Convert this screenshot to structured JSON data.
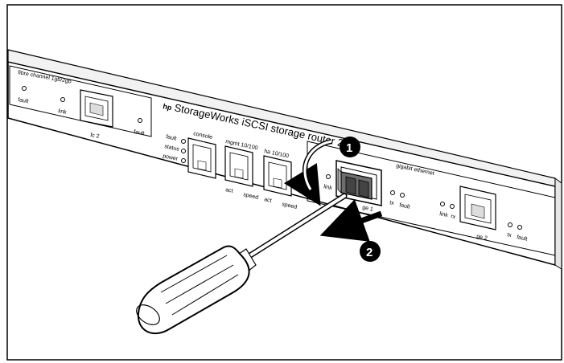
{
  "device": {
    "brand_logo": "hp",
    "title": "StorageWorks iSCSI storage router 2122"
  },
  "left_panel": {
    "header": "fibre channel 1gb/2gb",
    "led_fault": "fault",
    "led_link": "link",
    "port_label": "fc 2",
    "led_fault_right": "fault"
  },
  "status_leds": {
    "fault": "fault",
    "status": "status",
    "power": "power"
  },
  "ports": {
    "console": "console",
    "mgmt": "mgmt 10/100",
    "ha": "ha 10/100",
    "act": "act",
    "speed": "speed"
  },
  "gigabit": {
    "header": "gigabit ethernet",
    "link": "link",
    "tx": "tx",
    "fault": "fault",
    "rx": "rx",
    "ge1": "ge 1",
    "ge2": "ge 2"
  },
  "callouts": {
    "step1": "1",
    "step2": "2"
  },
  "colors": {
    "line": "#000000",
    "panel_fill": "#ffffff",
    "connector_fill": "#6e6e6e",
    "callout_fill": "#000000"
  }
}
